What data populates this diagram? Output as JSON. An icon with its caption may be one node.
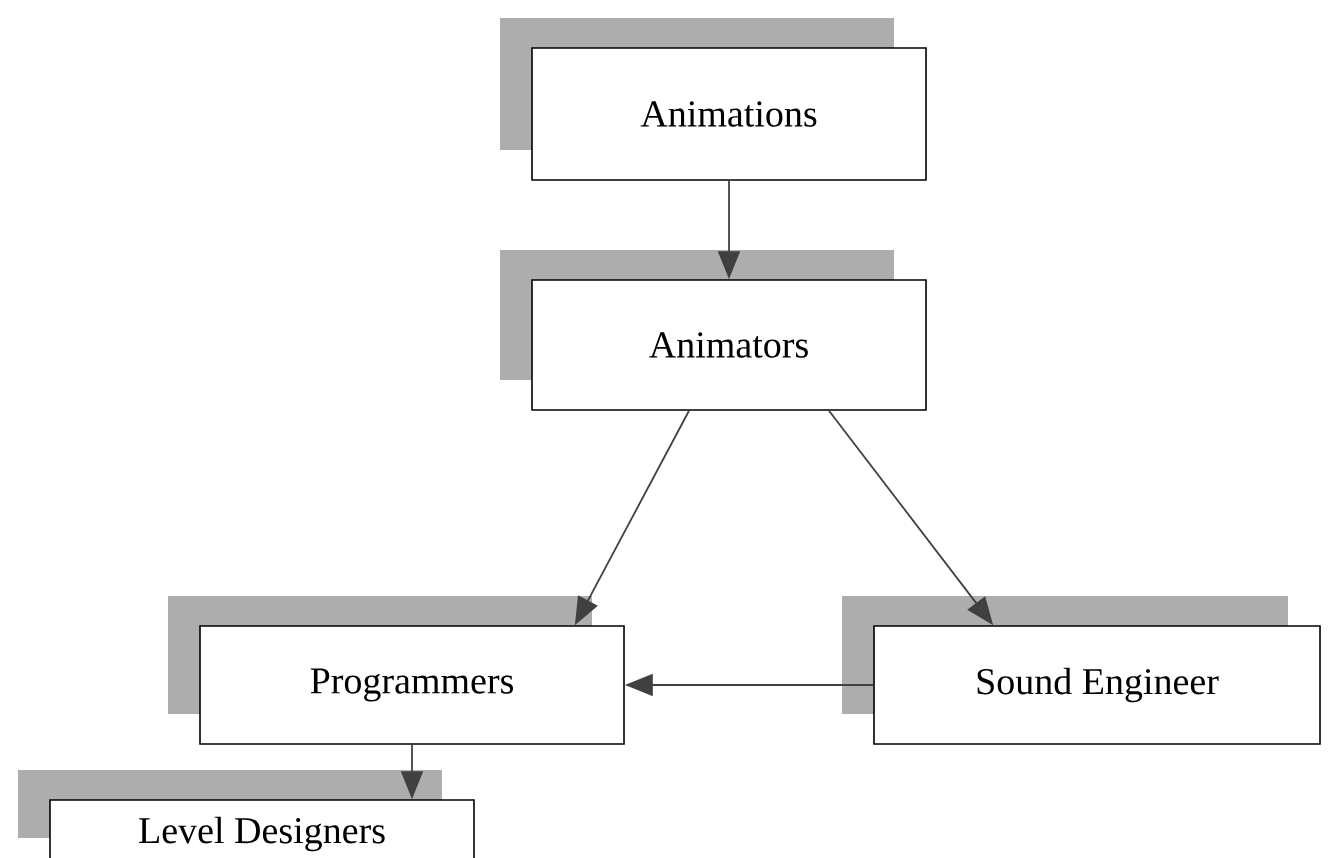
{
  "diagram": {
    "nodes": [
      {
        "text": [
          "Animations"
        ]
      },
      {
        "text": [
          "Animators"
        ]
      },
      {
        "text": [
          "Programmers"
        ]
      },
      {
        "text": [
          "Sound Engineer"
        ]
      },
      {
        "text": [
          "Level Designers"
        ]
      }
    ],
    "edges": [
      {
        "from": 0,
        "to": 1,
        "arrow": "to"
      },
      {
        "from": 1,
        "to": 2,
        "arrow": "to"
      },
      {
        "from": 1,
        "to": 3,
        "arrow": "to"
      },
      {
        "from": 3,
        "to": 2,
        "arrow": "to"
      },
      {
        "from": 2,
        "to": 4,
        "arrow": "to"
      }
    ]
  }
}
